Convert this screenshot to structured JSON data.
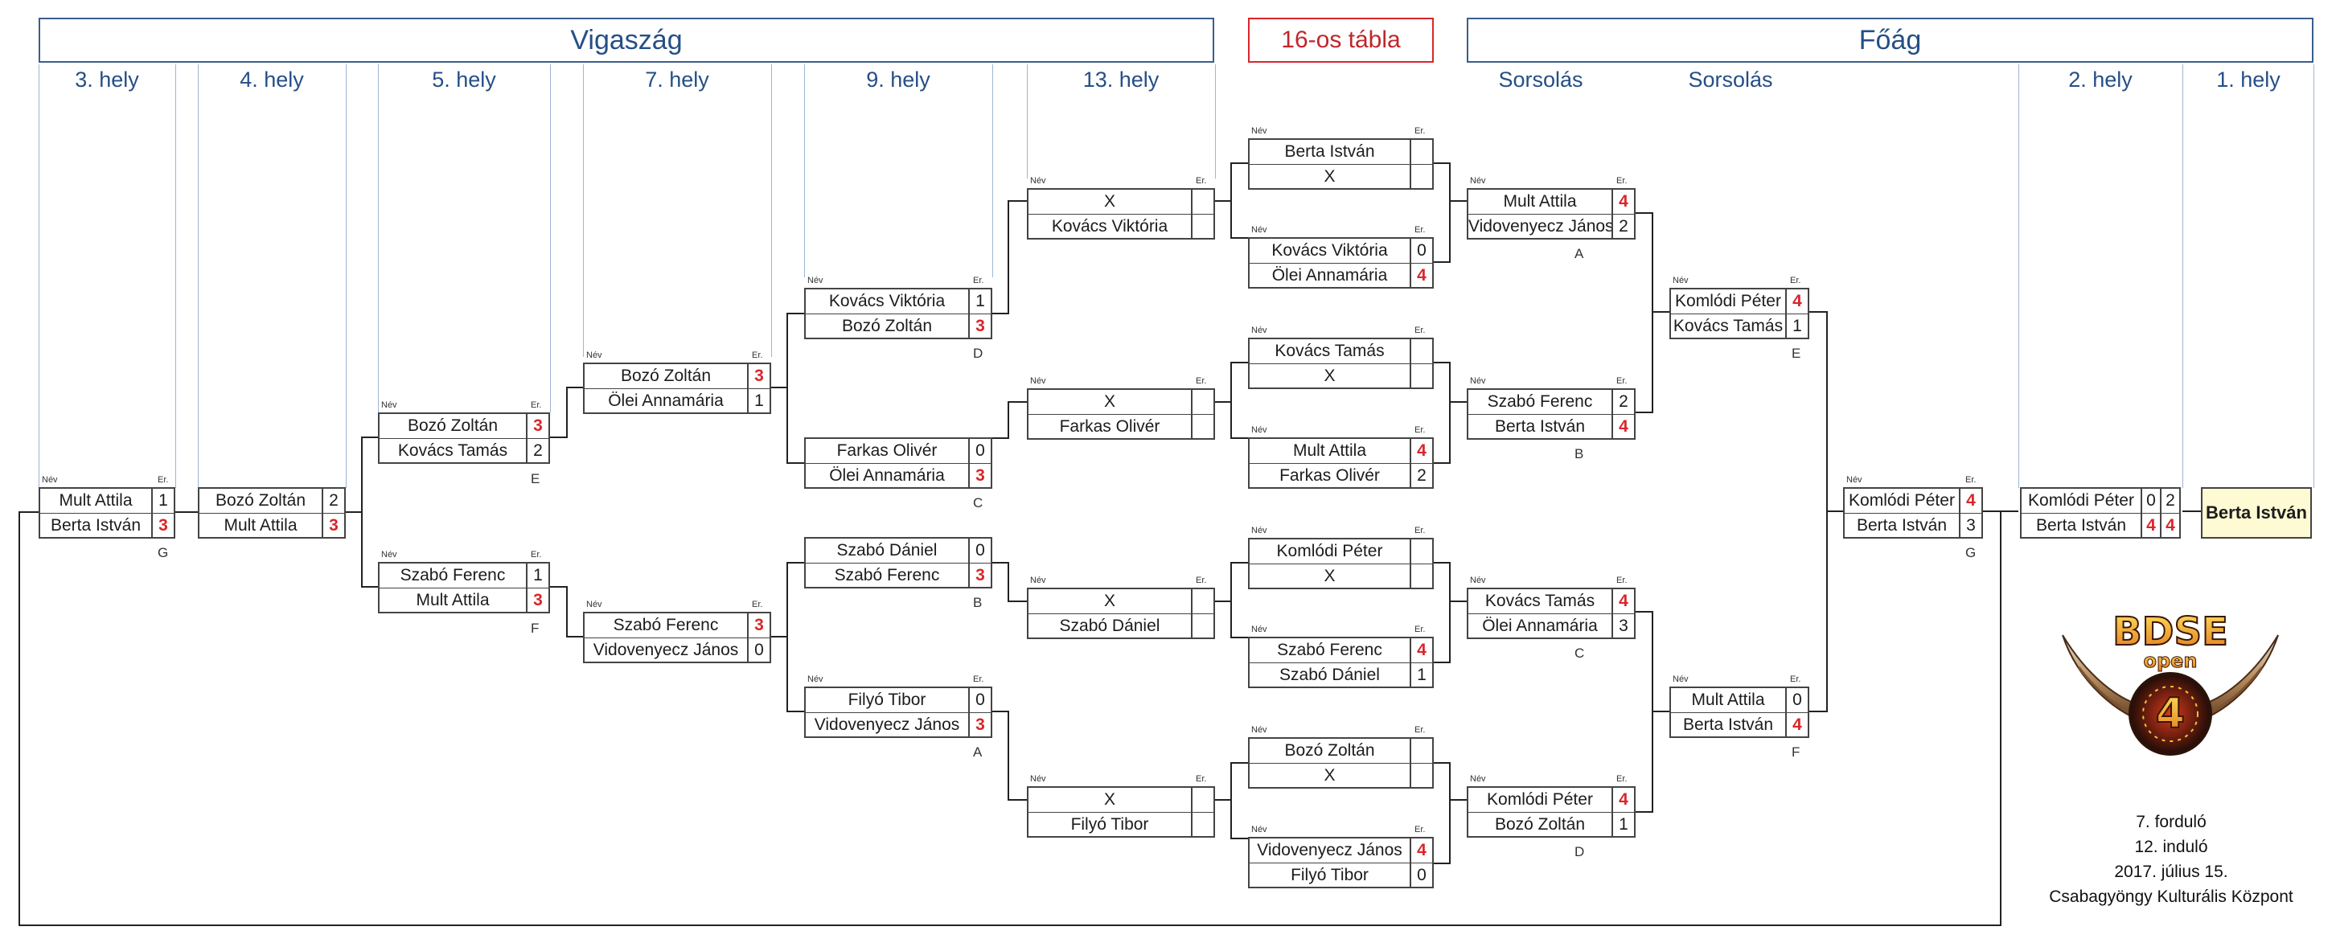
{
  "headers": {
    "vigaszag": "Vigaszág",
    "table16": "16-os tábla",
    "foag": "Főág"
  },
  "columns": {
    "p3": "3. hely",
    "p4": "4. hely",
    "p5": "5. hely",
    "p7": "7. hely",
    "p9": "9. hely",
    "p13": "13. hely",
    "draw1": "Sorsolás",
    "draw2": "Sorsolás",
    "p2": "2. hely",
    "p1": "1. hely"
  },
  "labels": {
    "nev": "Név",
    "er": "Er."
  },
  "matches": {
    "m3": {
      "a": "Mult Attila",
      "as": "1",
      "b": "Berta István",
      "bs": "3",
      "g": "G"
    },
    "m4": {
      "a": "Bozó Zoltán",
      "as": "2",
      "b": "Mult Attila",
      "bs": "3"
    },
    "m5e": {
      "a": "Bozó Zoltán",
      "as": "3",
      "b": "Kovács Tamás",
      "bs": "2",
      "g": "E"
    },
    "m5f": {
      "a": "Szabó Ferenc",
      "as": "1",
      "b": "Mult Attila",
      "bs": "3",
      "g": "F"
    },
    "m7a": {
      "a": "Bozó Zoltán",
      "as": "3",
      "b": "Ölei Annamária",
      "bs": "1"
    },
    "m7b": {
      "a": "Szabó Ferenc",
      "as": "3",
      "b": "Vidovenyecz János",
      "bs": "0"
    },
    "m9d": {
      "a": "Kovács Viktória",
      "as": "1",
      "b": "Bozó Zoltán",
      "bs": "3",
      "g": "D"
    },
    "m9c": {
      "a": "Farkas Olivér",
      "as": "0",
      "b": "Ölei Annamária",
      "bs": "3",
      "g": "C"
    },
    "m9b": {
      "a": "Szabó Dániel",
      "as": "0",
      "b": "Szabó Ferenc",
      "bs": "3",
      "g": "B"
    },
    "m9a": {
      "a": "Filyó Tibor",
      "as": "0",
      "b": "Vidovenyecz János",
      "bs": "3",
      "g": "A"
    },
    "m13a": {
      "a": "X",
      "as": "",
      "b": "Kovács Viktória",
      "bs": ""
    },
    "m13b": {
      "a": "X",
      "as": "",
      "b": "Farkas Olivér",
      "bs": ""
    },
    "m13c": {
      "a": "X",
      "as": "",
      "b": "Szabó Dániel",
      "bs": ""
    },
    "m13d": {
      "a": "X",
      "as": "",
      "b": "Filyó Tibor",
      "bs": ""
    },
    "t1": {
      "a": "Berta István",
      "as": "",
      "b": "X",
      "bs": ""
    },
    "t2": {
      "a": "Kovács Viktória",
      "as": "0",
      "b": "Ölei Annamária",
      "bs": "4"
    },
    "t3": {
      "a": "Kovács Tamás",
      "as": "",
      "b": "X",
      "bs": ""
    },
    "t4": {
      "a": "Mult Attila",
      "as": "4",
      "b": "Farkas Olivér",
      "bs": "2"
    },
    "t5": {
      "a": "Komlódi Péter",
      "as": "",
      "b": "X",
      "bs": ""
    },
    "t6": {
      "a": "Szabó Ferenc",
      "as": "4",
      "b": "Szabó Dániel",
      "bs": "1"
    },
    "t7": {
      "a": "Bozó Zoltán",
      "as": "",
      "b": "X",
      "bs": ""
    },
    "t8": {
      "a": "Vidovenyecz János",
      "as": "4",
      "b": "Filyó Tibor",
      "bs": "0"
    },
    "fa": {
      "a": "Mult Attila",
      "as": "4",
      "b": "Vidovenyecz János",
      "bs": "2",
      "g": "A"
    },
    "fb": {
      "a": "Szabó Ferenc",
      "as": "2",
      "b": "Berta István",
      "bs": "4",
      "g": "B"
    },
    "fc": {
      "a": "Kovács Tamás",
      "as": "4",
      "b": "Ölei Annamária",
      "bs": "3",
      "g": "C"
    },
    "fd": {
      "a": "Komlódi Péter",
      "as": "4",
      "b": "Bozó Zoltán",
      "bs": "1",
      "g": "D"
    },
    "fe": {
      "a": "Komlódi Péter",
      "as": "4",
      "b": "Kovács Tamás",
      "bs": "1",
      "g": "E"
    },
    "ff": {
      "a": "Mult Attila",
      "as": "0",
      "b": "Berta István",
      "bs": "4",
      "g": "F"
    },
    "fg": {
      "a": "Komlódi Péter",
      "as": "4",
      "b": "Berta István",
      "bs": "3",
      "g": "G"
    },
    "f2": {
      "a": "Komlódi Péter",
      "as1": "0",
      "as2": "2",
      "b": "Berta István",
      "bs1": "4",
      "bs2": "4"
    }
  },
  "winner": "Berta István",
  "logo": {
    "line1": "BDSE",
    "line2": "open",
    "num": "4"
  },
  "info": {
    "round": "7. forduló",
    "entrants": "12. induló",
    "date": "2017. július 15.",
    "venue": "Csabagyöngy Kulturális Központ"
  },
  "colors": {
    "accent": "#254f86",
    "win": "#d9262b",
    "winnerFill": "#fefad3"
  }
}
